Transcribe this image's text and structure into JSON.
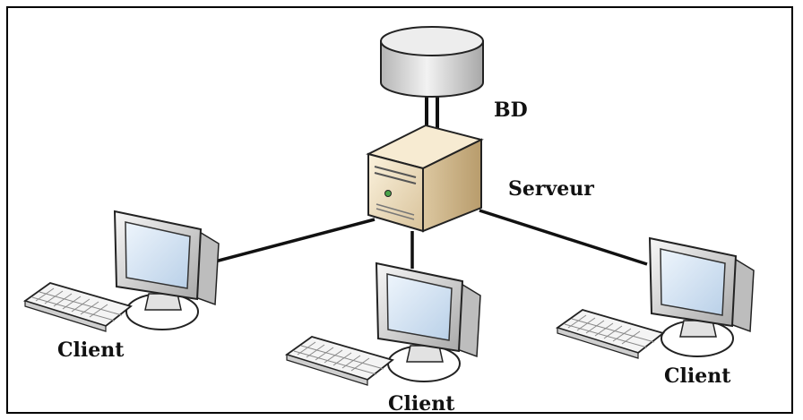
{
  "nodes": {
    "database": {
      "label": "BD"
    },
    "server": {
      "label": "Serveur"
    },
    "client_left": {
      "label": "Client"
    },
    "client_center": {
      "label": "Client"
    },
    "client_right": {
      "label": "Client"
    }
  },
  "colors": {
    "line": "#111111",
    "frame": "#000000",
    "server_body": "#e9d9bb",
    "monitor_screen": "#cfe2f3",
    "database_body": "#c8c8c8"
  }
}
